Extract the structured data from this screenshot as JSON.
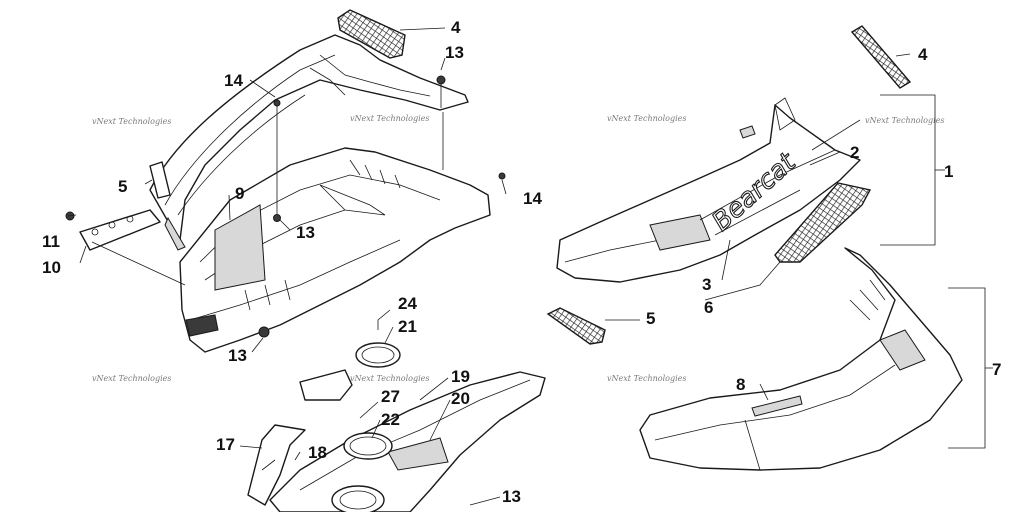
{
  "callouts": {
    "c1": "1",
    "c2": "2",
    "c3": "3",
    "c4a": "4",
    "c4b": "4",
    "c5a": "5",
    "c5b": "5",
    "c6": "6",
    "c7": "7",
    "c8": "8",
    "c9": "9",
    "c10": "10",
    "c11": "11",
    "c13a": "13",
    "c13b": "13",
    "c13c": "13",
    "c13d": "13",
    "c14a": "14",
    "c14b": "14",
    "c17": "17",
    "c18": "18",
    "c19": "19",
    "c20": "20",
    "c21": "21",
    "c22": "22",
    "c24": "24",
    "c27": "27"
  },
  "hood_text": "Bearcat",
  "watermark": "vNext Technologies"
}
